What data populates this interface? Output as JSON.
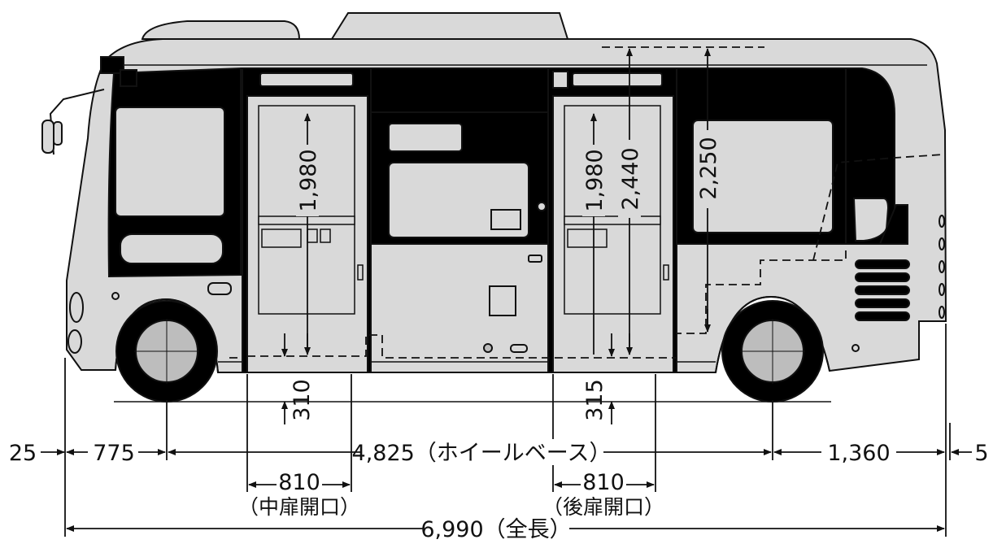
{
  "colors": {
    "body": "#d9d9d9",
    "window": "#000000",
    "outline": "#111111",
    "tire": "#000000",
    "hub": "#bdbdbd",
    "background": "#ffffff"
  },
  "door_heights": {
    "middle": "1,980",
    "rear": "1,980"
  },
  "vehicle_heights": {
    "overall": "2,440",
    "interior": "2,250"
  },
  "step_heights": {
    "middle": "310",
    "rear": "315"
  },
  "horizontal_dims": {
    "front_extra": "25",
    "front_overhang": "775",
    "wheelbase": "4,825（ホイールベース）",
    "rear_overhang": "1,360",
    "rear_extra": "5"
  },
  "door_openings": {
    "middle_width": "810",
    "middle_label": "（中扉開口）",
    "rear_width": "810",
    "rear_label": "（後扉開口）"
  },
  "overall_length": "6,990（全長）"
}
